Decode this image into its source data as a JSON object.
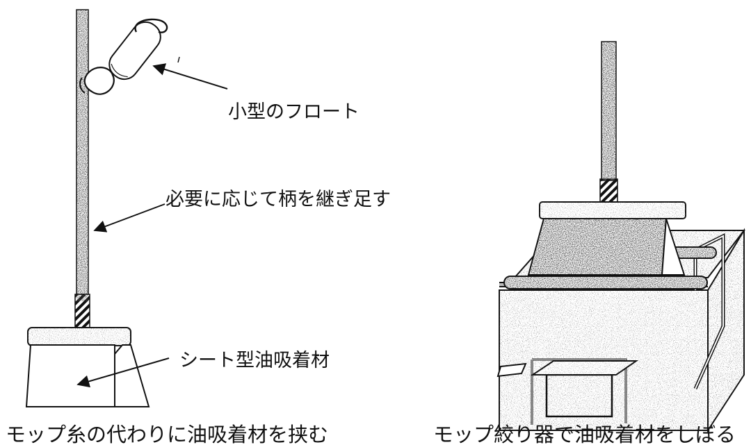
{
  "labels": {
    "float": "小型のフロート",
    "handle": "必要に応じて柄を継ぎ足す",
    "sheet": "シート型油吸着材"
  },
  "captions": {
    "left": "モップ糸の代わりに油吸着材を挟む",
    "right": "モップ絞り器で油吸着材をしぼる"
  },
  "colors": {
    "ink": "#111111",
    "stipple_dark": "#3a3a3a",
    "stipple_light": "#9a9a9a",
    "background": "#ffffff"
  }
}
